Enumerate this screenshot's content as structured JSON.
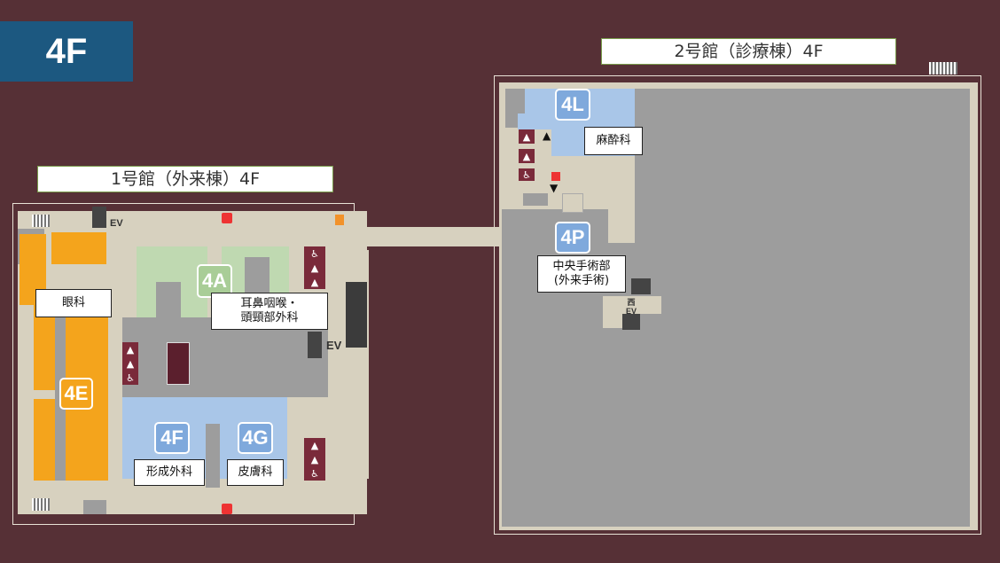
{
  "floor_label": "4F",
  "buildings": {
    "b1_title": "1号館（外来棟）4F",
    "b2_title": "2号館（診療棟）4F"
  },
  "zones": {
    "z4A": "4A",
    "z4E": "4E",
    "z4F": "4F",
    "z4G": "4G",
    "z4L": "4L",
    "z4P": "4P"
  },
  "departments": {
    "ophthalmology": "眼科",
    "ent": "耳鼻咽喉・\n頭頸部外科",
    "plastic": "形成外科",
    "dermatology": "皮膚科",
    "anesthesia": "麻酔科",
    "surgery": "中央手術部\n(外来手術)"
  },
  "ev_labels": {
    "ev_top": "EV",
    "ev_mid": "EV",
    "ev_west": "西\nEV"
  },
  "colors": {
    "background": "#563036",
    "floor": "#d7d1bf",
    "hallway": "#9d9d9d",
    "zone_green": "#bfd9b1",
    "zone_blue": "#a9c6e8",
    "zone_orange": "#f4a41c",
    "badge": "#1c5880"
  }
}
